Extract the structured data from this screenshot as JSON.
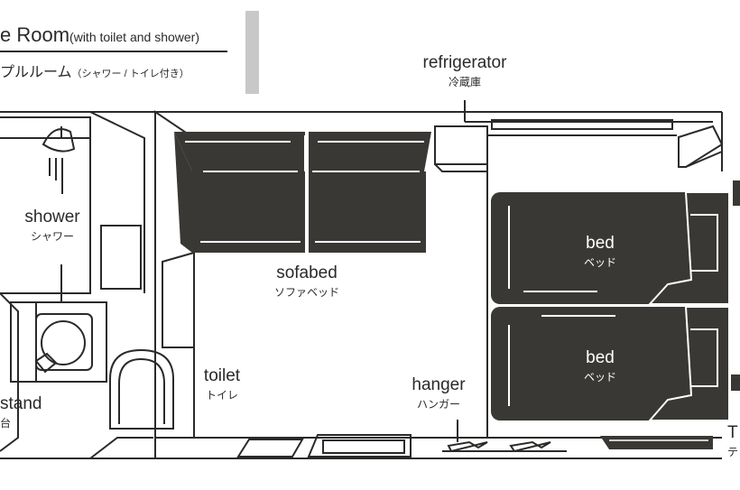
{
  "title": {
    "main": "e Room",
    "main_sub": "(with toilet and shower)",
    "ja": "プルルーム",
    "ja_sub": "（シャワー / トイレ付き）"
  },
  "colors": {
    "line": "#2b2a28",
    "furniture": "#3a3835",
    "accent_bar": "#c8c8c8",
    "background": "#ffffff"
  },
  "labels": {
    "refrigerator": {
      "en": "refrigerator",
      "ja": "冷蔵庫"
    },
    "shower": {
      "en": "shower",
      "ja": "シャワー"
    },
    "sofabed": {
      "en": "sofabed",
      "ja": "ソファベッド"
    },
    "bed_top": {
      "en": "bed",
      "ja": "ベッド"
    },
    "bed_bottom": {
      "en": "bed",
      "ja": "ベッド"
    },
    "toilet": {
      "en": "toilet",
      "ja": "トイレ"
    },
    "stand": {
      "en": "stand",
      "ja": "台"
    },
    "hanger": {
      "en": "hanger",
      "ja": "ハンガー"
    },
    "edge_right": {
      "en": "T",
      "ja": "テ"
    }
  }
}
